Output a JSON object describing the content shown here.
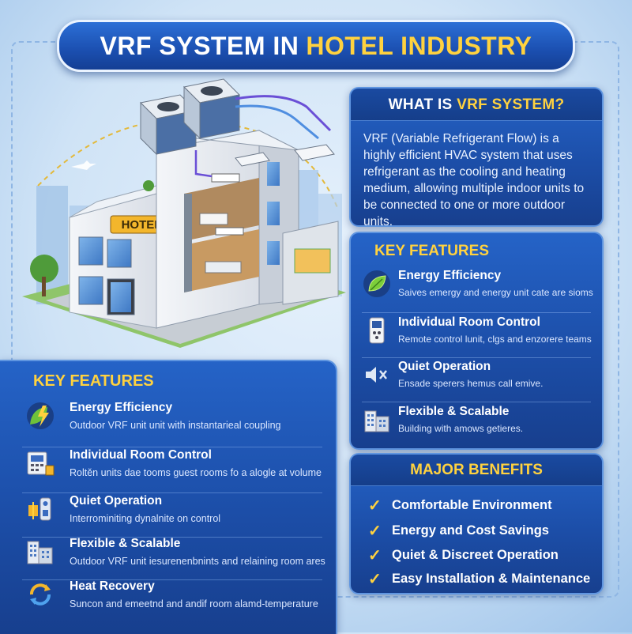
{
  "title": {
    "main": "VRF SYSTEM IN",
    "highlight": "HOTEL INDUSTRY"
  },
  "illustration": {
    "hotel_sign": "HOTEL"
  },
  "what_is": {
    "heading_prefix": "WHAT IS",
    "heading_highlight": "VRF SYSTEM?",
    "body": "VRF (Variable Refrigerant Flow) is a highly efficient HVAC system that uses refrigerant as the cooling and heating medium, allowing multiple indoor units to be connected to one or more outdoor units."
  },
  "key_features_right": {
    "heading": "KEY FEATURES",
    "items": [
      {
        "icon": "leaf-icon",
        "name": "Energy Efficiency",
        "desc": "Saives emergy and energy unit cate are sioms"
      },
      {
        "icon": "remote-control-icon",
        "name": "Individual Room Control",
        "desc": "Remote control lunit, clgs and enzorere teams"
      },
      {
        "icon": "speaker-mute-icon",
        "name": "Quiet Operation",
        "desc": "Ensade sperers hemus call emive."
      },
      {
        "icon": "building-icon",
        "name": "Flexible & Scalable",
        "desc": "Building with amows getieres."
      }
    ]
  },
  "key_features_left": {
    "heading": "KEY FEATURES",
    "items": [
      {
        "icon": "leaf-bolt-icon",
        "name": "Energy Efficiency",
        "desc": "Outdoor VRF unit unit with instantarieal coupling"
      },
      {
        "icon": "control-panel-icon",
        "name": "Individual Room Control",
        "desc": "Roltěn units dae tooms guest rooms fo a alogle at volume"
      },
      {
        "icon": "quiet-unit-icon",
        "name": "Quiet Operation",
        "desc": "Interrominiting dynalnite on control"
      },
      {
        "icon": "building-icon",
        "name": "Flexible & Scalable",
        "desc": "Outdoor VRF unit iesurenenbnints and relaining room ares"
      },
      {
        "icon": "heat-recovery-icon",
        "name": "Heat Recovery",
        "desc": "Suncon and emeetnd and andif room alamd-temperature"
      }
    ]
  },
  "major_benefits": {
    "heading": "MAJOR BENEFITS",
    "items": [
      "Comfortable Environment",
      "Energy and Cost Savings",
      "Quiet & Discreet Operation",
      "Easy Installation & Maintenance"
    ]
  },
  "colors": {
    "accent_yellow": "#ffd23f",
    "panel_blue": "#1c4ea8",
    "title_blue": "#1b4fb0",
    "check_yellow": "#ffd23f"
  }
}
